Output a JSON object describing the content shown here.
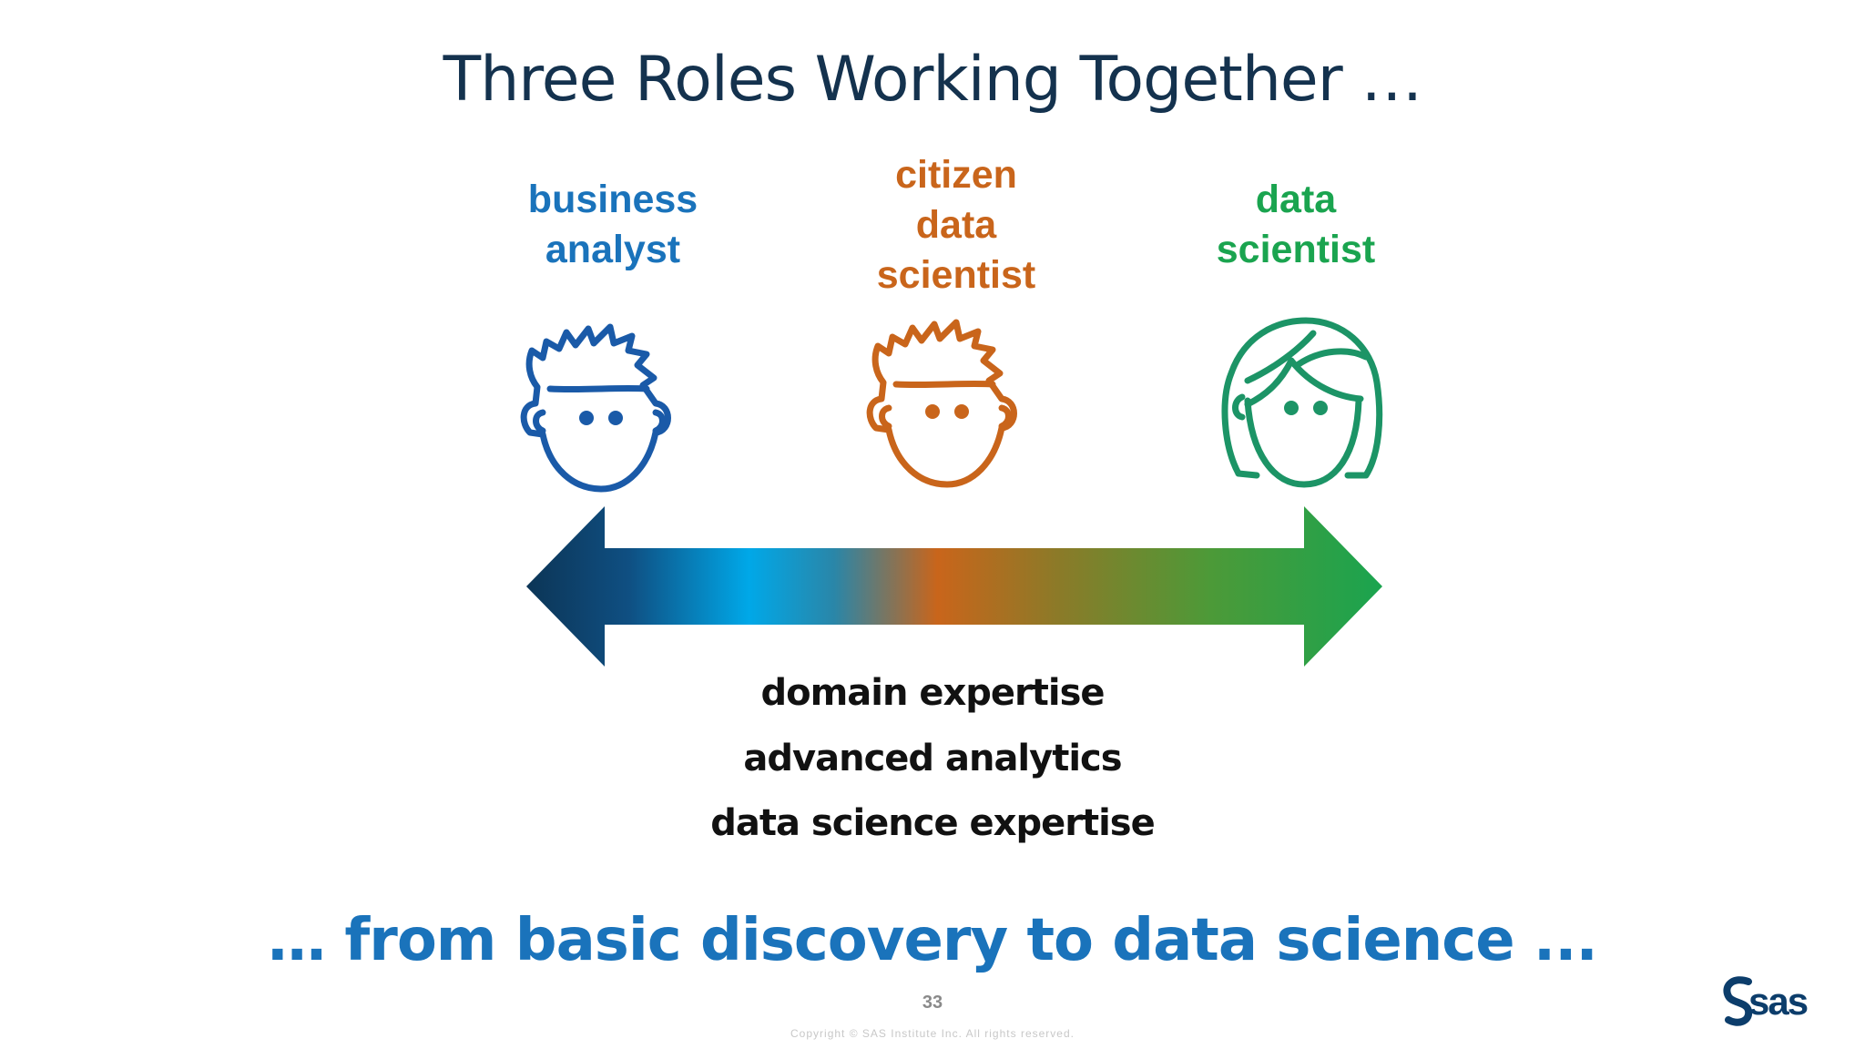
{
  "slide": {
    "title": "Three Roles Working Together …",
    "page_number": "33",
    "copyright": "Copyright © SAS Institute Inc. All rights reserved."
  },
  "roles": [
    {
      "lines": [
        "business",
        "analyst"
      ],
      "color": "#1a73bb",
      "icon": "male-face-icon"
    },
    {
      "lines": [
        "citizen",
        "data",
        "scientist"
      ],
      "color": "#c9651b",
      "icon": "male-face-icon"
    },
    {
      "lines": [
        "data",
        "scientist"
      ],
      "color": "#1aa44f",
      "icon": "female-face-icon"
    }
  ],
  "arrow": {
    "gradient": [
      "#0c3556",
      "#00a8e8",
      "#c9651b",
      "#1aa44f"
    ]
  },
  "expertise": [
    "domain expertise",
    "advanced analytics",
    "data science expertise"
  ],
  "tagline": "… from basic discovery to data science ...",
  "logo": {
    "text": "sas",
    "mark_icon": "sas-logo-icon",
    "color": "#0c3d6b"
  }
}
